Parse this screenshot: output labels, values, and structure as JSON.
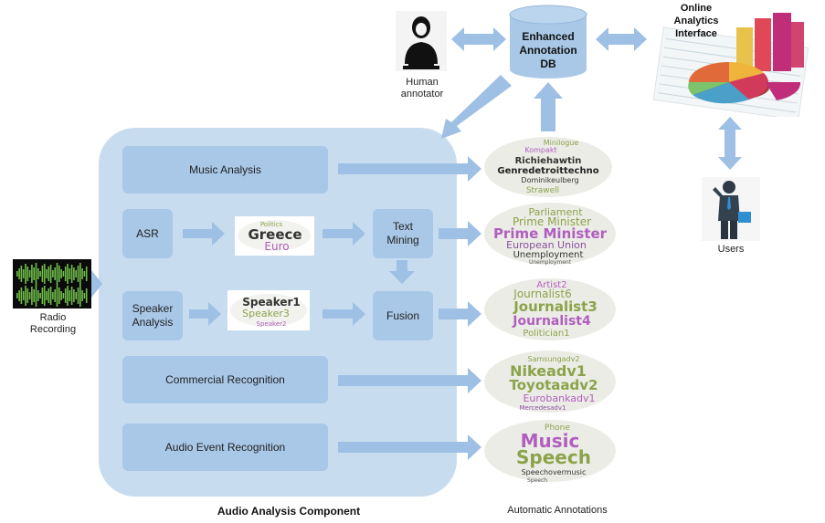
{
  "component_title": "Audio Analysis Component",
  "auto_annotations_label": "Automatic Annotations",
  "radio_label": "Radio\nRecording",
  "boxes": {
    "music": "Music Analysis",
    "asr": "ASR",
    "text_mining": "Text\nMining",
    "speaker": "Speaker\nAnalysis",
    "fusion": "Fusion",
    "commercial": "Commercial Recognition",
    "audio_event": "Audio Event Recognition"
  },
  "db_label": "Enhanced\nAnnotation\nDB",
  "human_label": "Human\nannotator",
  "analytics_label": "Online\nAnalytics\nInterface",
  "users_label": "Users",
  "clouds": {
    "asr": [
      "Greece",
      "Euro",
      "Politics"
    ],
    "speaker": [
      "Speaker1",
      "Speaker3",
      "Speaker2"
    ],
    "music": [
      "Minilogue",
      "Kompakt",
      "Richiehawtin",
      "Genredetroittechno",
      "Dominikeulberg",
      "Strawell"
    ],
    "text": [
      "Parliament",
      "Prime Minister",
      "Prime Minister",
      "European Union",
      "Unemployment",
      "Unemployment"
    ],
    "fusion": [
      "Artist2",
      "Journalist6",
      "Journalist3",
      "Journalist4",
      "Politician1"
    ],
    "commercial": [
      "Samsungadv2",
      "Nikeadv1",
      "Toyotaadv2",
      "Eurobankadv1",
      "Mercedesadv1"
    ],
    "event": [
      "Phone",
      "Music",
      "Speech",
      "Speechovermusic",
      "Speech"
    ]
  }
}
